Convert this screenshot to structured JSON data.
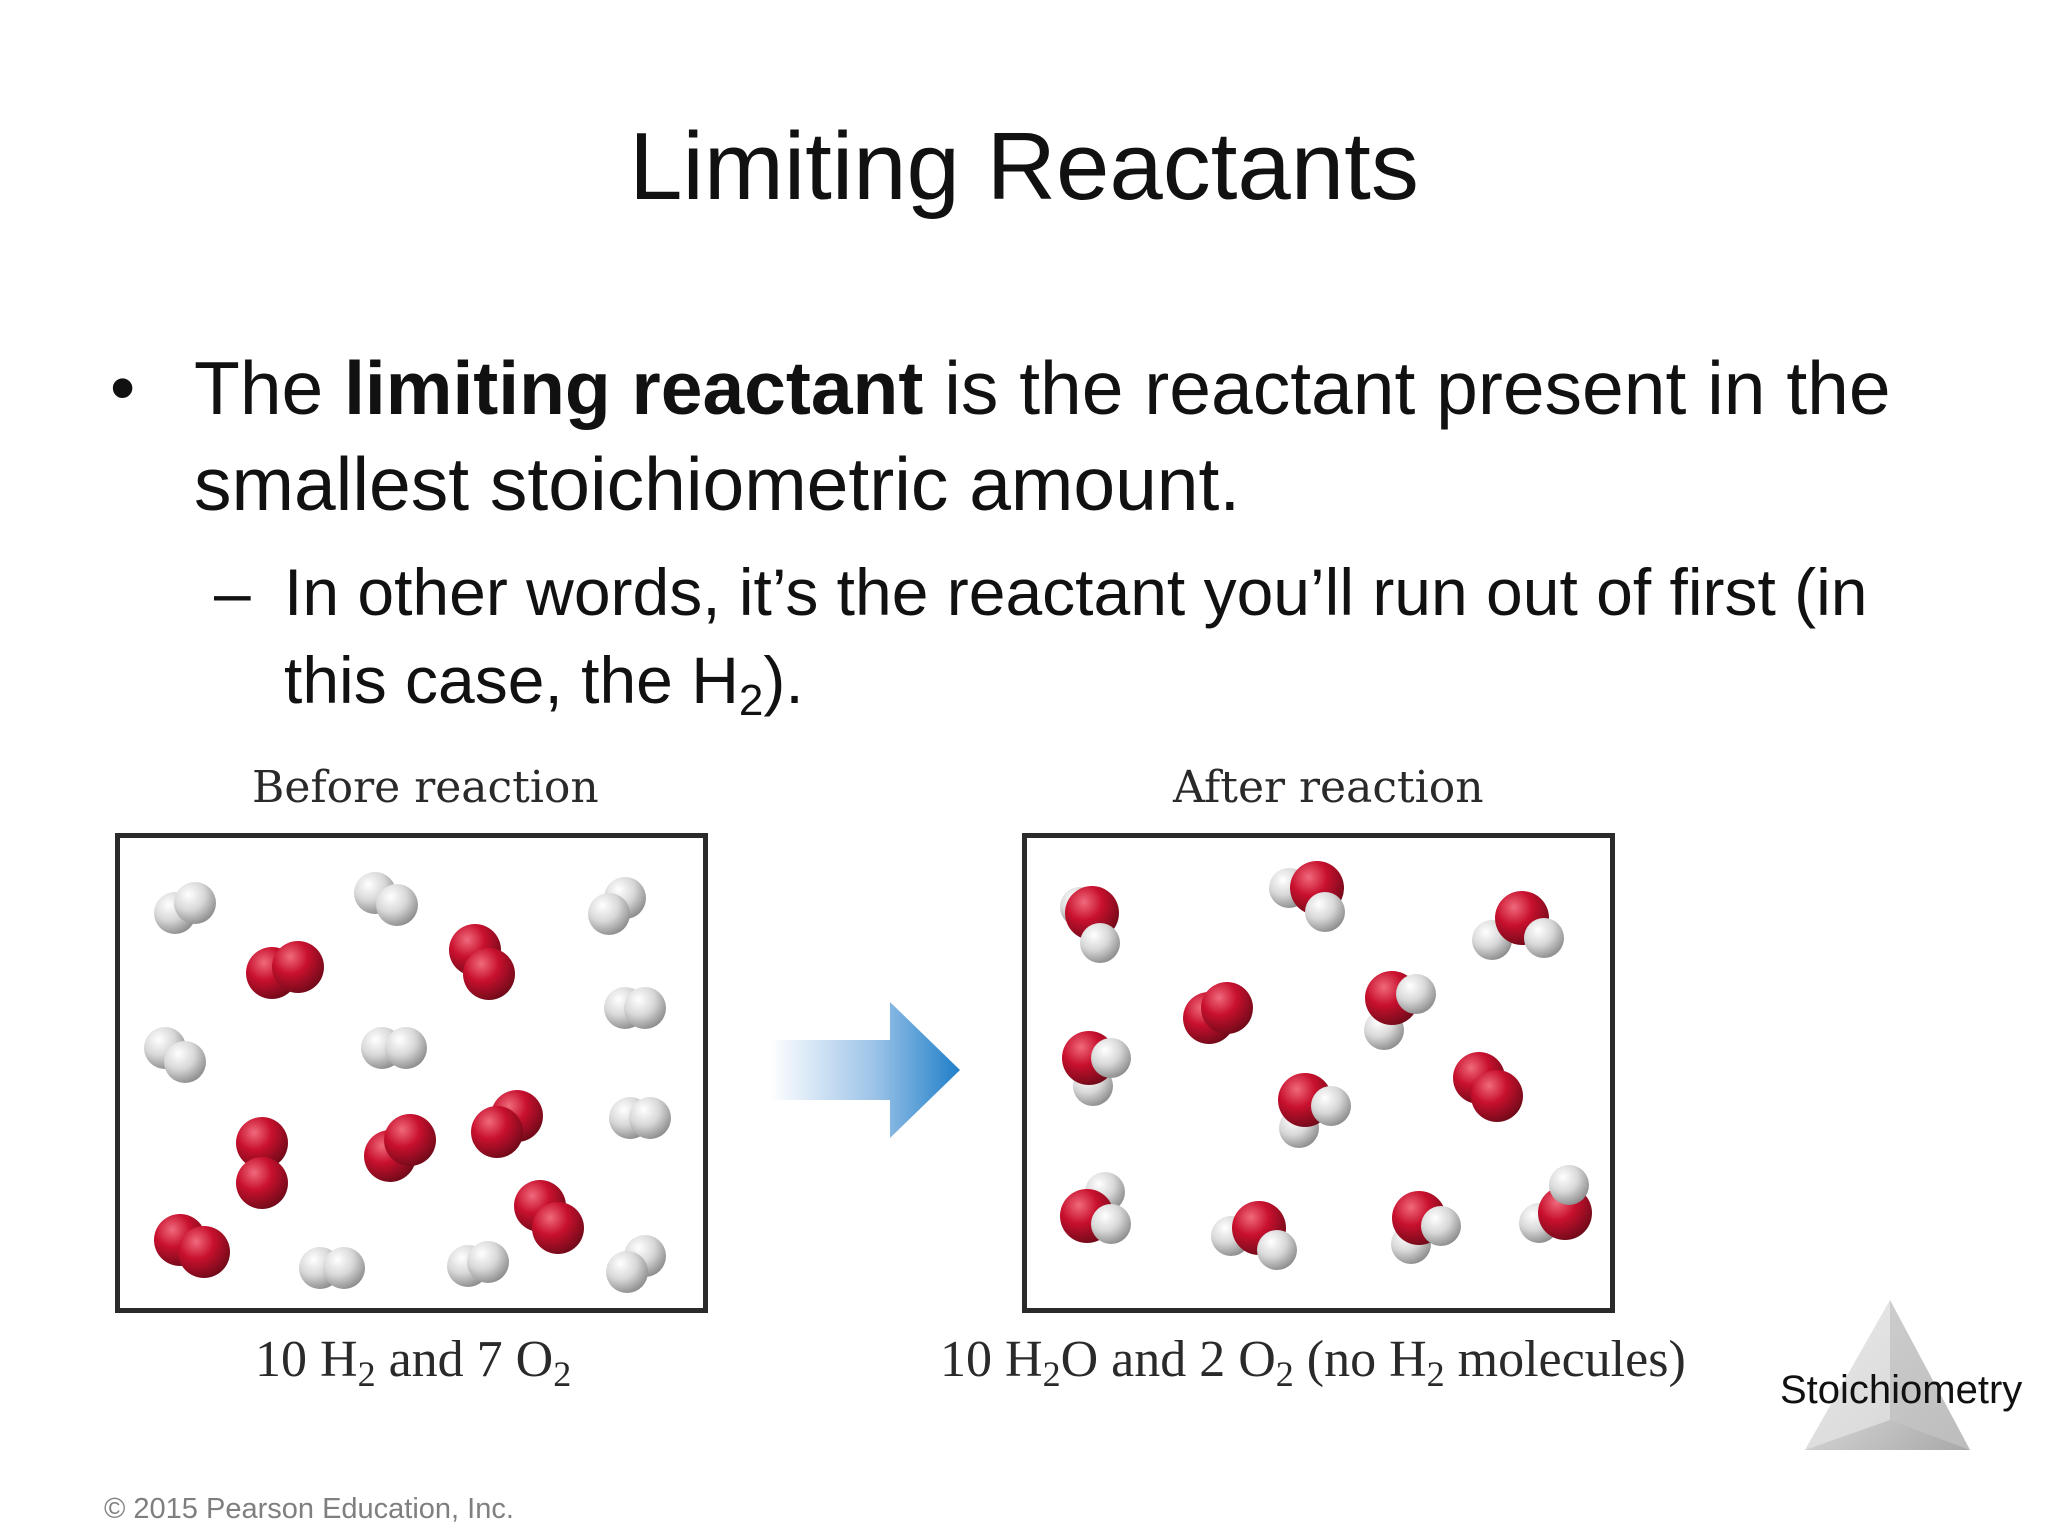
{
  "slide": {
    "title": "Limiting Reactants",
    "bullet": {
      "prefix": "The ",
      "bold": "limiting reactant",
      "suffix": " is the reactant present in the smallest stoichiometric amount."
    },
    "sub_bullet": {
      "dash": "–",
      "text_main": "In other words, it’s the reactant you’ll run out of first (in this case, the H",
      "subscript": "2",
      "text_end": ")."
    }
  },
  "figure": {
    "before_label": "Before reaction",
    "after_label": "After reaction",
    "before_formula": {
      "part1": "10 H",
      "sub1": "2",
      "part2": " and 7 O",
      "sub2": "2"
    },
    "after_formula": {
      "part1": "10 H",
      "sub1": "2",
      "part2": "O and 2 O",
      "sub2": "2",
      "part3": " (no H",
      "sub3": "2",
      "part4": " molecules)"
    },
    "colors": {
      "oxygen": "#c8102e",
      "hydrogen": "#d8d8d8",
      "arrow": "#1f7fc8"
    }
  },
  "footer": {
    "copyright": "© 2015 Pearson Education, Inc.",
    "topic": "Stoichiometry"
  }
}
